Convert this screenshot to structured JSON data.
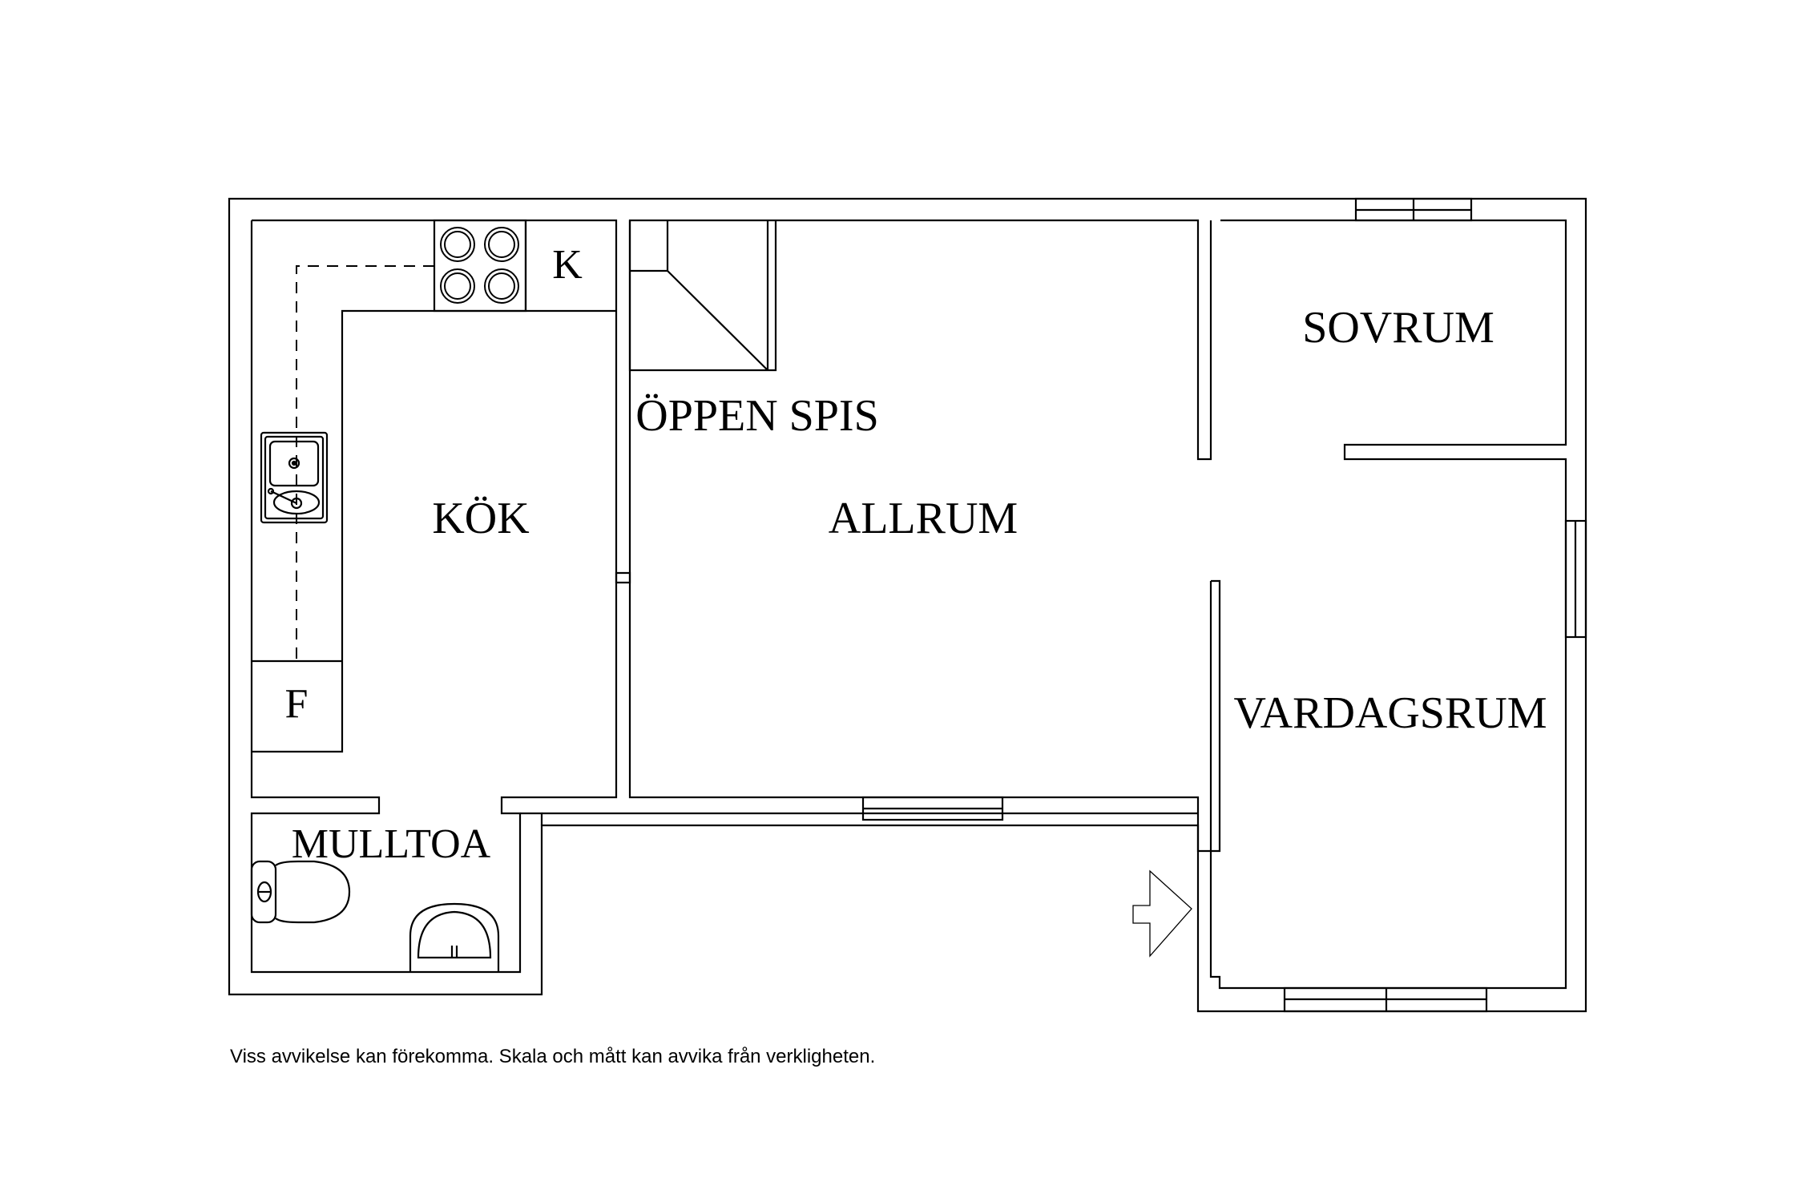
{
  "rooms": {
    "kok": "KÖK",
    "allrum": "ALLRUM",
    "oppen_spis": "ÖPPEN SPIS",
    "sovrum": "SOVRUM",
    "vardagsrum": "VARDAGSRUM",
    "mulltoa": "MULLTOA"
  },
  "appliances": {
    "k": "K",
    "f": "F"
  },
  "disclaimer": "Viss avvikelse kan förekomma. Skala och mått kan avvika från verkligheten."
}
